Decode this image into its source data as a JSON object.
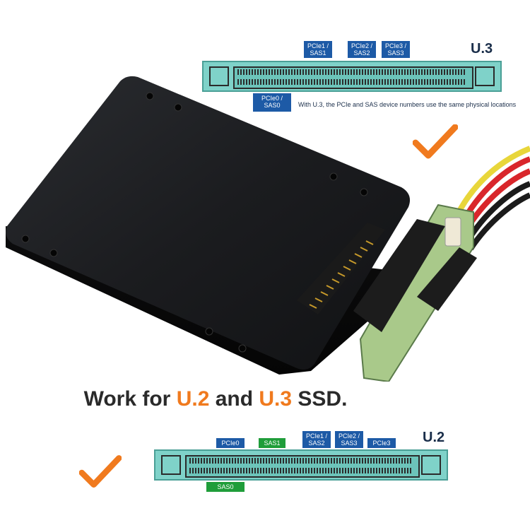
{
  "u3": {
    "title": "U.3",
    "labels_top": [
      "PCIe1 /\nSAS1",
      "PCIe2 /\nSAS2",
      "PCIe3 /\nSAS3"
    ],
    "label_bottom": "PCIe0 /\nSAS0",
    "note": "With U.3, the PCIe and SAS device numbers use the same physical locations"
  },
  "headline": {
    "part1": "Work for ",
    "u2": "U.2",
    "and": " and ",
    "u3": "U.3",
    "part2": " SSD."
  },
  "u2": {
    "title": "U.2",
    "labels_top": [
      "PCIe0",
      "SAS1",
      "PCIe1 /\nSAS2",
      "PCIe2 /\nSAS3",
      "PCIe3"
    ],
    "label_bottom": "SAS0"
  },
  "colors": {
    "accent": "#f07a1e",
    "pcie_blue": "#1d5aa6",
    "sas_green": "#1f9d3a",
    "connector": "#7fd2c9"
  },
  "icons": [
    "checkmark-icon",
    "checkmark-icon"
  ]
}
